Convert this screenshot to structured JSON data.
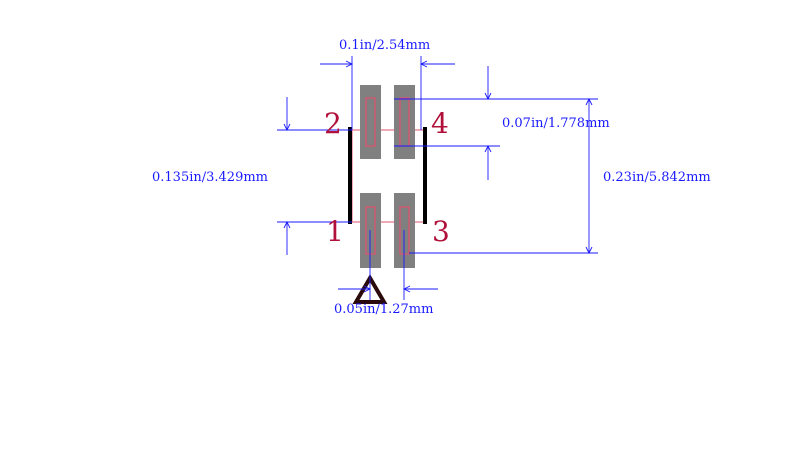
{
  "dimensions": {
    "pitch": "0.1in/2.54mm",
    "pad_length": "0.07in/1.778mm",
    "row_spacing": "0.135in/3.429mm",
    "total_height": "0.23in/5.842mm",
    "pad_width": "0.05in/1.27mm"
  },
  "pins": {
    "p1": "1",
    "p2": "2",
    "p3": "3",
    "p4": "4"
  },
  "colors": {
    "dimension": "#1a1aff",
    "pad": "#808080",
    "pin_label": "#b0103a",
    "silkscreen": "#000000",
    "outline": "#e0506e",
    "pin1_marker": "#2a0a0a"
  }
}
